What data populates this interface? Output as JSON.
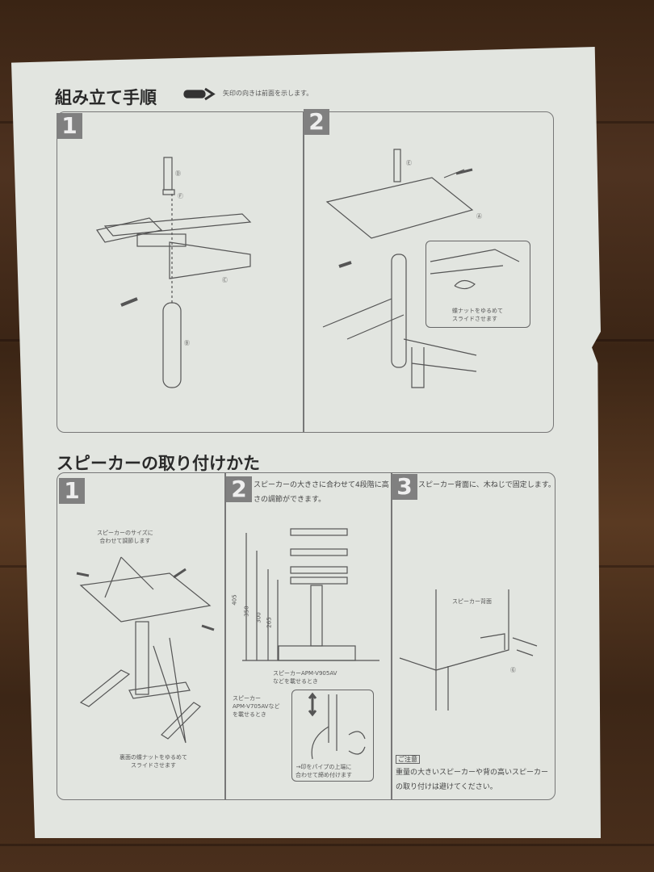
{
  "assembly": {
    "title": "組み立て手順",
    "arrow_note": "矢印の向きは前面を示します。",
    "steps": [
      {
        "number": "1",
        "labels": [
          "Ⓓ",
          "Ⓕ",
          "Ⓒ",
          "Ⓑ"
        ]
      },
      {
        "number": "2",
        "labels": [
          "Ⓔ",
          "Ⓐ"
        ],
        "inset_text": "蝶ナットをゆるめて\nスライドさせます"
      }
    ]
  },
  "mounting": {
    "title": "スピーカーの取り付けかた",
    "steps": [
      {
        "number": "1",
        "caption_top": "スピーカーのサイズに\n合わせて調節します",
        "caption_bottom": "裏面の蝶ナットをゆるめて\nスライドさせます"
      },
      {
        "number": "2",
        "text": "スピーカーの大きさに合わせて4段階に高さの調節ができます。",
        "dimensions": [
          "405",
          "350",
          "300",
          "265"
        ],
        "label_v905": "スピーカーAPM-V905AV\nなどを載せるとき",
        "label_v705": "スピーカー\nAPM-V705AVなど\nを載せるとき",
        "inset_text": "→印をパイプの上端に\n合わせて締め付けます"
      },
      {
        "number": "3",
        "text": "スピーカー背面に、木ねじで固定します。",
        "label_back": "スピーカー背面",
        "label_g": "Ⓖ",
        "caution_title": "ご注意",
        "caution_text": "重量の大きいスピーカーや背の高いスピーカーの取り付けは避けてください。"
      }
    ]
  },
  "colors": {
    "paper": "#e2e5e0",
    "panel_border": "#777777",
    "number_badge": "#808080",
    "background_wood": "#4e3220"
  }
}
